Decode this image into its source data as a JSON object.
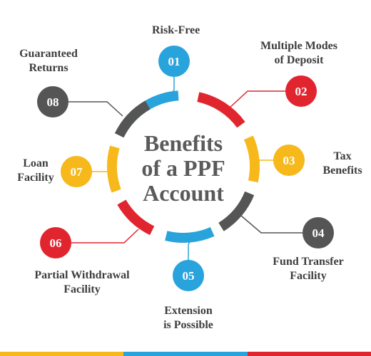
{
  "title": [
    "Benefits",
    "of a PPF",
    "Account"
  ],
  "items": [
    {
      "num": "01",
      "label": "Risk-Free",
      "color": "#29a3dc"
    },
    {
      "num": "02",
      "label": "Multiple Modes\nof Deposit",
      "color": "#e1252f"
    },
    {
      "num": "03",
      "label": "Tax\nBenefits",
      "color": "#f6b81a"
    },
    {
      "num": "04",
      "label": "Fund Transfer\nFacility",
      "color": "#555555"
    },
    {
      "num": "05",
      "label": "Extension\nis Possible",
      "color": "#29a3dc"
    },
    {
      "num": "06",
      "label": "Partial Withdrawal\nFacility",
      "color": "#e1252f"
    },
    {
      "num": "07",
      "label": "Loan\nFacility",
      "color": "#f6b81a"
    },
    {
      "num": "08",
      "label": "Guaranteed\nReturns",
      "color": "#555555"
    }
  ],
  "footer_colors": [
    "#f6b81a",
    "#29a3dc",
    "#e1252f"
  ]
}
